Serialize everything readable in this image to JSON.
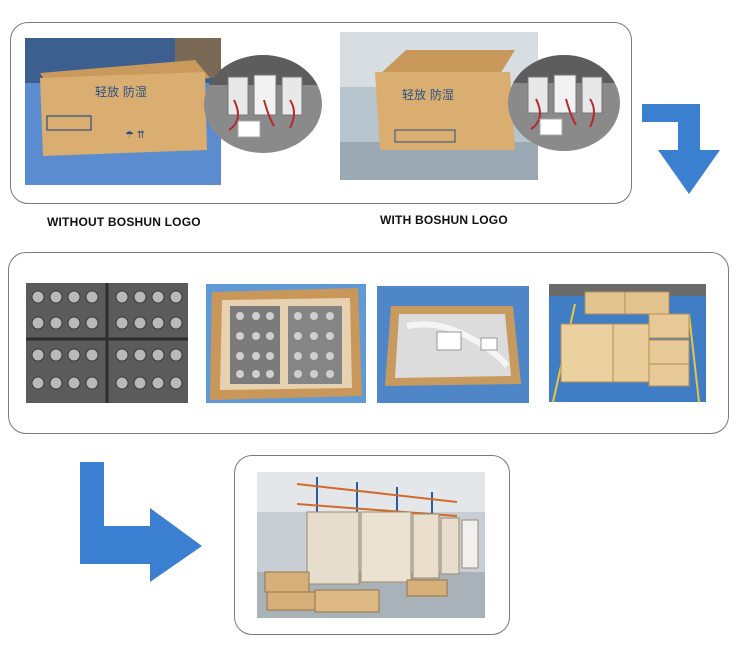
{
  "labels": {
    "without_logo": "WITHOUT BOSHUN LOGO",
    "with_logo": "WITH BOSHUN LOGO"
  },
  "box_print": {
    "handle_with_care": "轻放 防湿"
  },
  "colors": {
    "arrow_blue": "#3a7fd0",
    "cardboard": "#d7a868",
    "floor_blue": "#3f7dc4"
  },
  "sections": [
    {
      "name": "carton-options",
      "images": [
        "plain-carton-with-product-inset",
        "logo-carton-with-product-inset"
      ]
    },
    {
      "name": "packing-steps",
      "images": [
        "solenoids-in-trays",
        "trays-in-carton",
        "carton-with-plastic-bag",
        "stacked-cartons"
      ]
    },
    {
      "name": "warehouse",
      "images": [
        "palletized-shipment"
      ]
    }
  ]
}
